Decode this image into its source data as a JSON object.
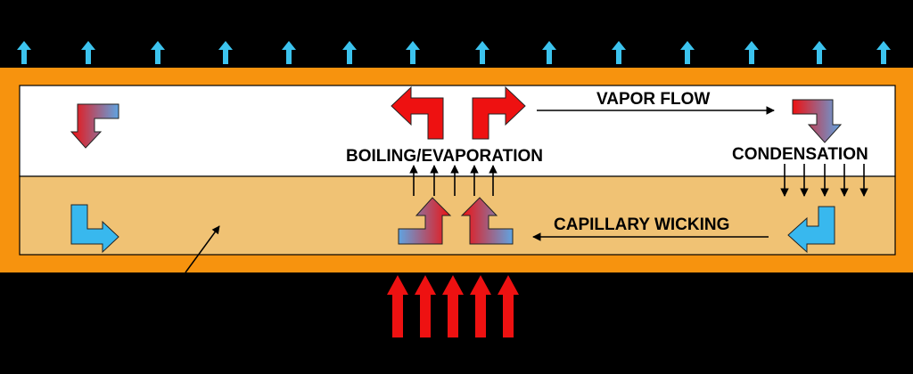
{
  "labels": {
    "vapor_flow": "VAPOR FLOW",
    "boiling": "BOILING/EVAPORATION",
    "condensation": "CONDENSATION",
    "capillary": "CAPILLARY WICKING"
  },
  "colors": {
    "background": "#000000",
    "shell": "#F7930E",
    "vapor_region": "#FFFFFF",
    "wick_region": "#F0C274",
    "heat_out_arrow": "#3CC3EE",
    "heat_in_arrow": "#EE1111",
    "flow_red": "#EE1111",
    "flow_blue": "#38B8EE",
    "gradient_blue": "#5FA4E2"
  },
  "icons": {
    "heat_rejection": "arrow-up-icon",
    "heat_input": "arrow-up-icon",
    "vapor_direction": "arrow-right-icon",
    "liquid_direction": "arrow-left-icon"
  }
}
